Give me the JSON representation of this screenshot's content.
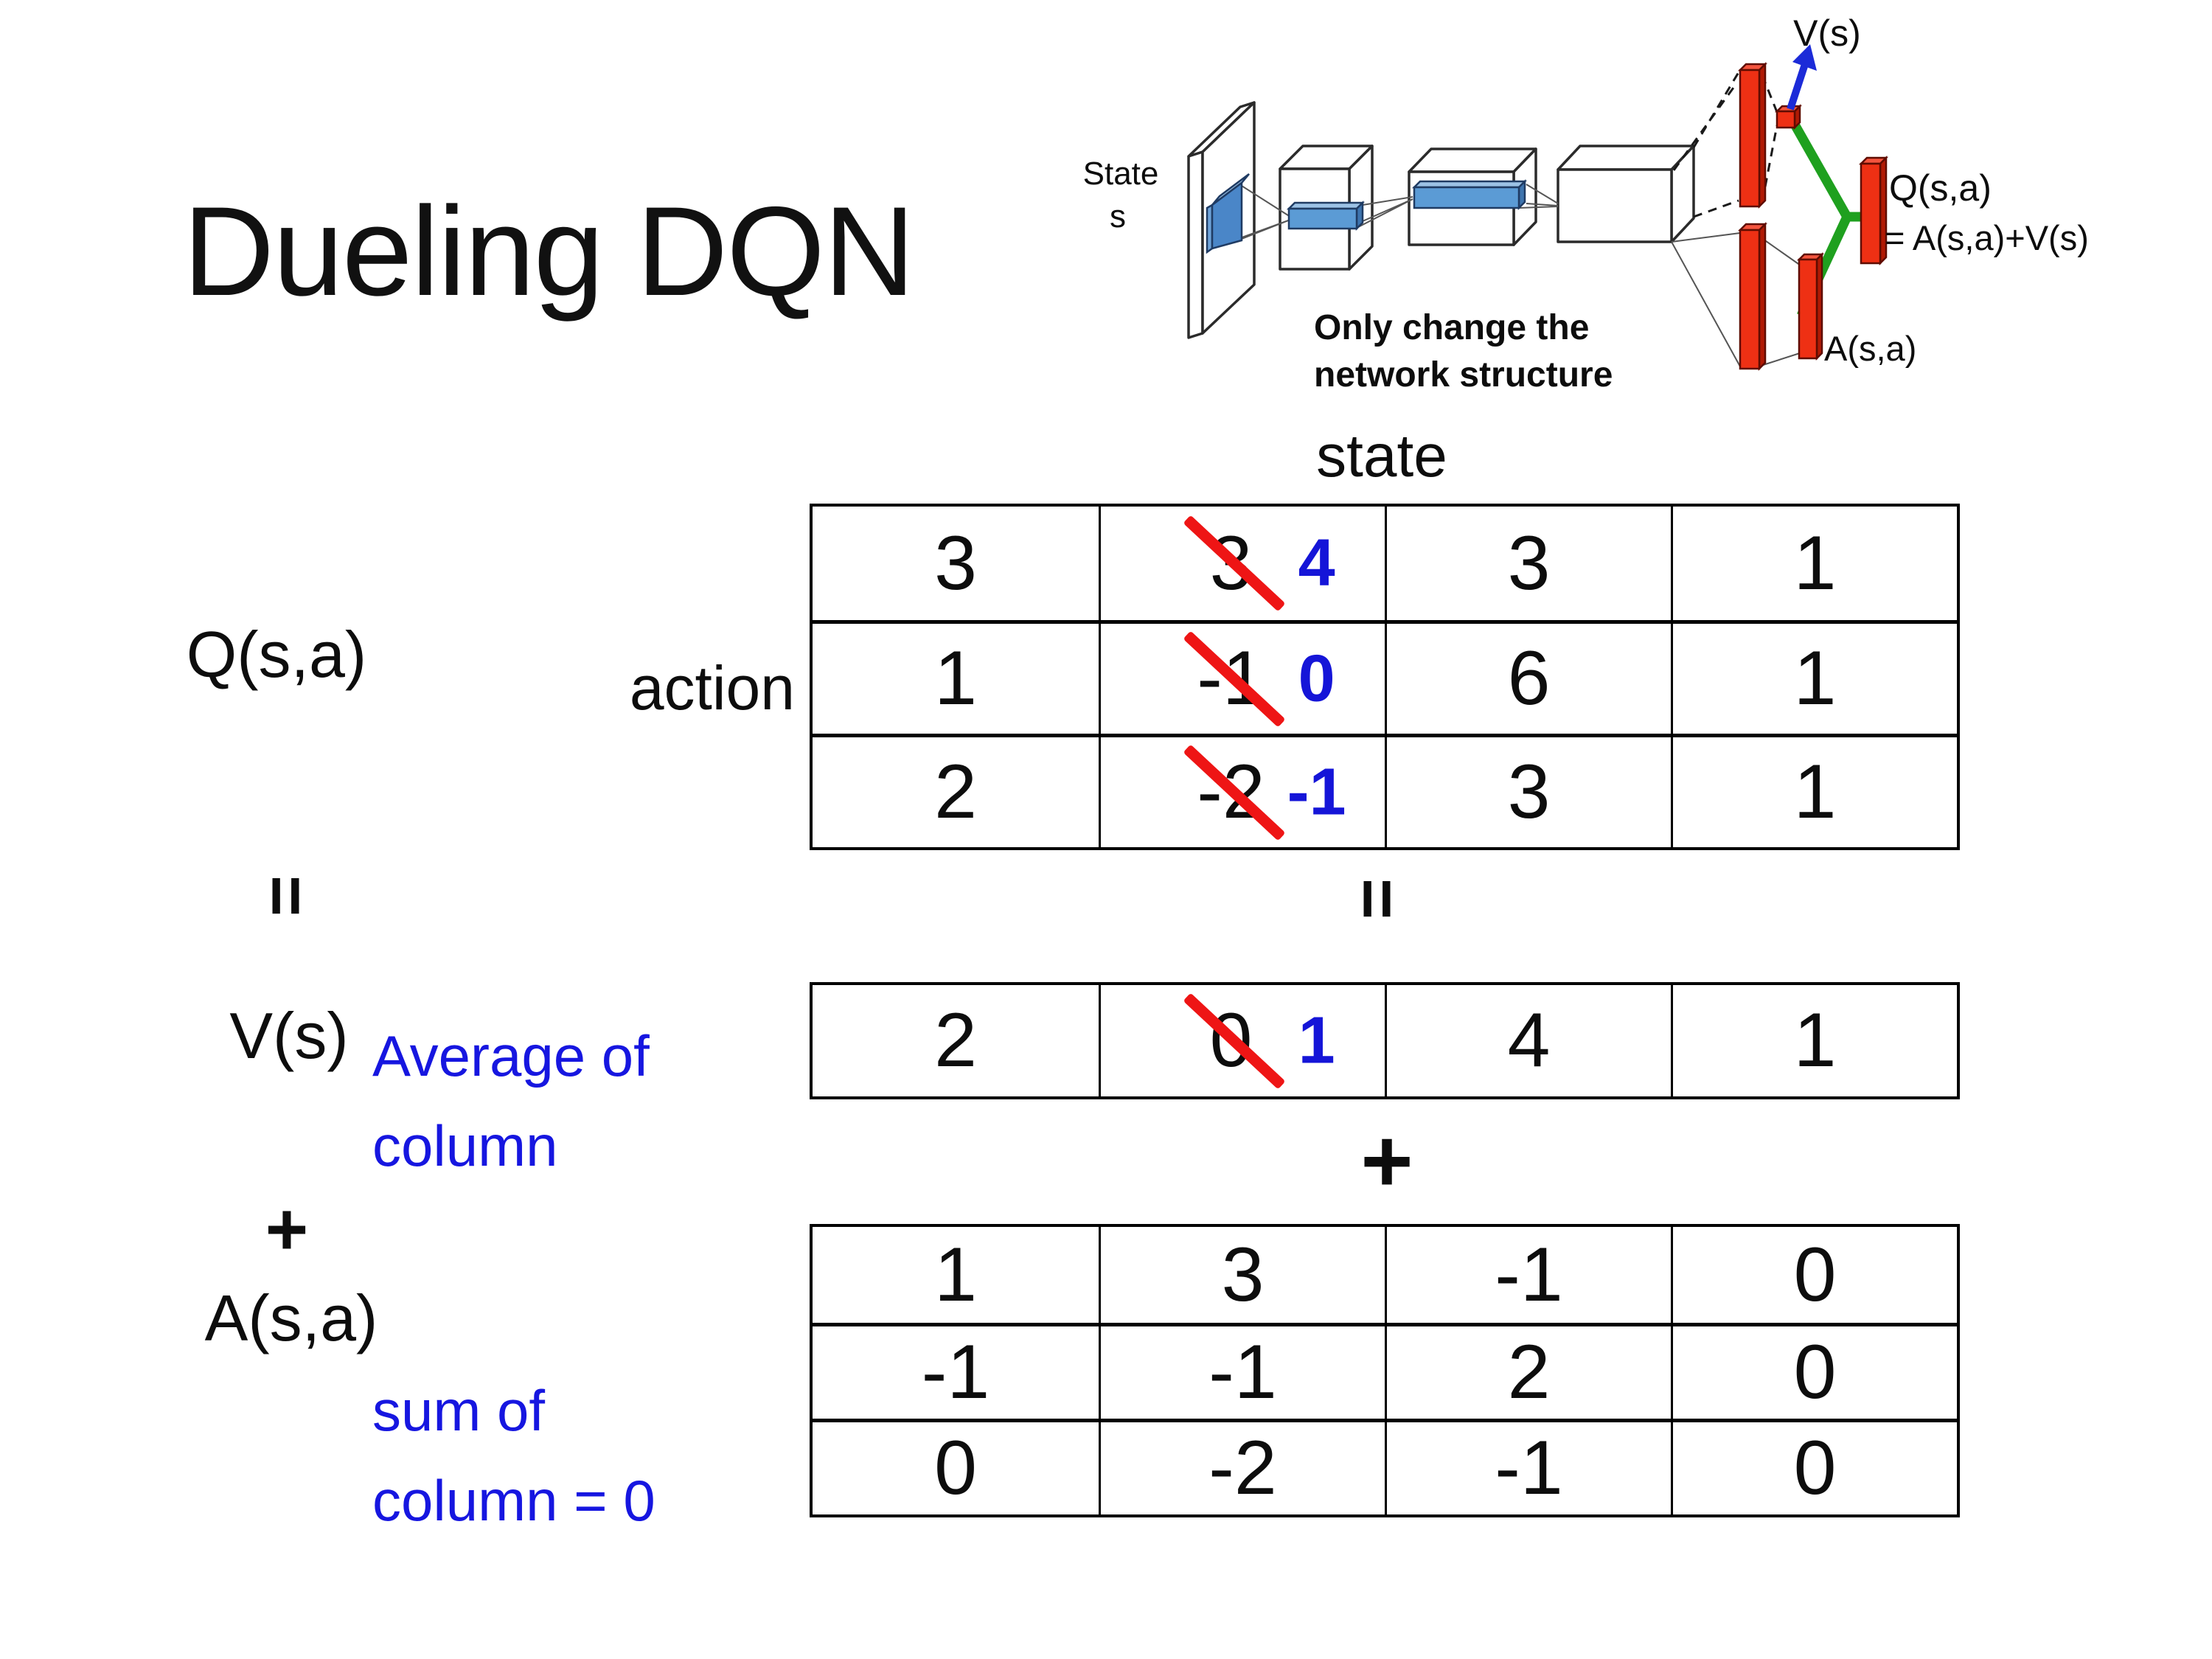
{
  "title": "Dueling DQN",
  "labels": {
    "q": "Q(s,a)",
    "action": "action",
    "state": "state",
    "equals": "=",
    "plus": "+",
    "v": "V(s)",
    "a": "A(s,a)",
    "avg_line1": "Average of",
    "avg_line2": "column",
    "sum_line1": "sum of",
    "sum_line2": "column = 0"
  },
  "diagram": {
    "state_line1": "State",
    "state_line2": "s",
    "v_out": "V(s)",
    "q_out_line1": "Q(s,a)",
    "q_out_line2": "= A(s,a)+V(s)",
    "a_out": "A(s,a)",
    "note_line1": "Only change the",
    "note_line2": "network structure"
  },
  "colors": {
    "blue_text": "#1616e0",
    "blue_number": "#1515d8",
    "strike_red": "#ee1515",
    "bar_red_front": "#ee3014",
    "bar_red_side": "#b01a04",
    "bar_red_top": "#f4543e",
    "green": "#1fa01f",
    "arrow_blue": "#1c2bd8",
    "conv_blue_front": "#4a86c8",
    "conv_blue_top": "#9cc2e5",
    "conv_blue_mid": "#5b9bd5"
  },
  "q_table": {
    "rows": [
      {
        "c0": "3",
        "c1_old": "3",
        "c1_new": "4",
        "c2": "3",
        "c3": "1"
      },
      {
        "c0": "1",
        "c1_old": "-1",
        "c1_new": "0",
        "c2": "6",
        "c3": "1"
      },
      {
        "c0": "2",
        "c1_old": "-2",
        "c1_new": "-1",
        "c2": "3",
        "c3": "1"
      }
    ]
  },
  "v_table": {
    "c0": "2",
    "c1_old": "0",
    "c1_new": "1",
    "c2": "4",
    "c3": "1"
  },
  "a_table": {
    "rows": [
      {
        "c0": "1",
        "c1": "3",
        "c2": "-1",
        "c3": "0"
      },
      {
        "c0": "-1",
        "c1": "-1",
        "c2": "2",
        "c3": "0"
      },
      {
        "c0": "0",
        "c1": "-2",
        "c2": "-1",
        "c3": "0"
      }
    ]
  }
}
